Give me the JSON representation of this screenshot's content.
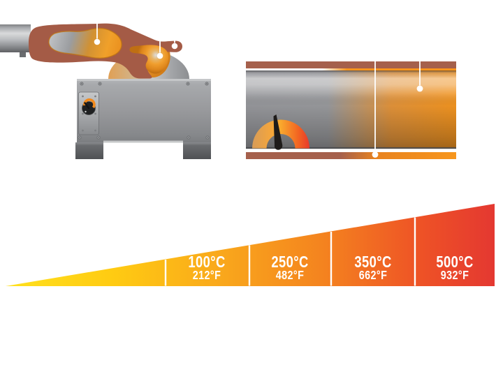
{
  "temperature_scale": {
    "segments": [
      {
        "celsius": "100°C",
        "fahrenheit": "212°F"
      },
      {
        "celsius": "250°C",
        "fahrenheit": "482°F"
      },
      {
        "celsius": "350°C",
        "fahrenheit": "662°F"
      },
      {
        "celsius": "500°C",
        "fahrenheit": "932°F"
      }
    ],
    "gradient_colors": [
      "#FFE11E",
      "#FFC20E",
      "#F7941D",
      "#F15A29",
      "#E43831"
    ],
    "divider_color": "#FFFFFF",
    "label_color": "#FFFFFF"
  },
  "illustrations": {
    "melter_machine": {
      "callout_marker_count": 3,
      "body_color": "#98999C",
      "material_color": "#A45B46",
      "molten_color": "#F09A1E",
      "knob_accent_color": "#F28A1C"
    },
    "heated_pipe": {
      "callout_marker_count": 2,
      "wall_color": "#A5604C",
      "hot_color": "#F7941D",
      "gauge_colors": [
        "#D79C58",
        "#F9A82D",
        "#E8392B"
      ],
      "needle_color": "#1E1B1A"
    }
  }
}
